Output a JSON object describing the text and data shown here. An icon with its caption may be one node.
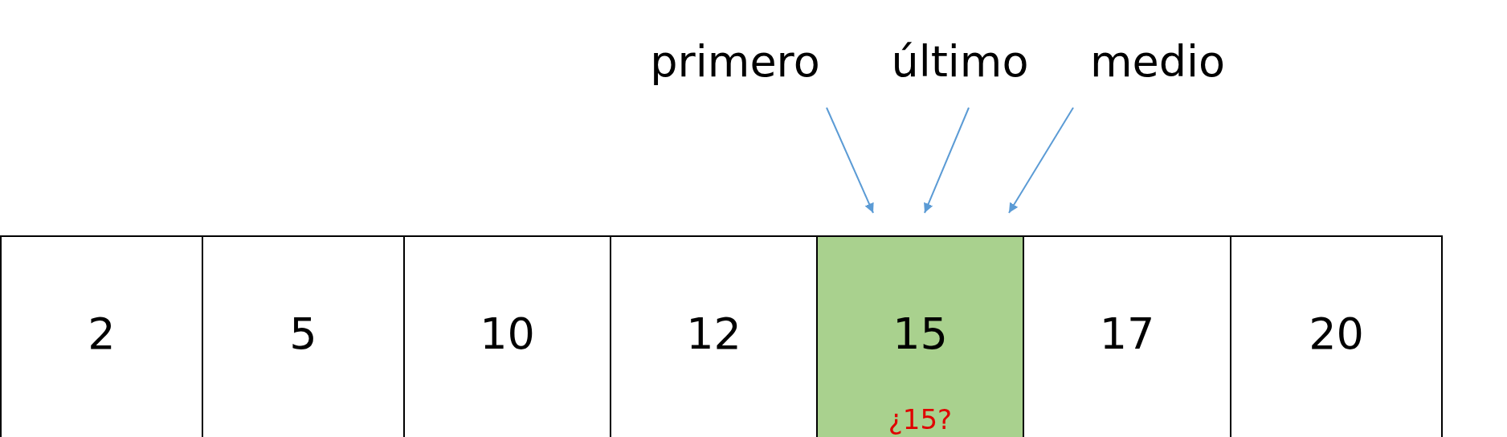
{
  "diagram": {
    "nodes": [
      {
        "text": [
          "primero"
        ]
      },
      {
        "text": [
          "último"
        ]
      },
      {
        "text": [
          "medio"
        ]
      },
      {
        "text": [
          "2"
        ]
      },
      {
        "text": [
          "5"
        ]
      },
      {
        "text": [
          "10"
        ]
      },
      {
        "text": [
          "12"
        ]
      },
      {
        "text": [
          "15",
          "¿15?"
        ]
      },
      {
        "text": [
          "17"
        ]
      },
      {
        "text": [
          "20"
        ]
      }
    ],
    "edges": [
      {
        "from": 0,
        "to": 7,
        "arrow": "to"
      },
      {
        "from": 1,
        "to": 7,
        "arrow": "to"
      },
      {
        "from": 2,
        "to": 7,
        "arrow": "to"
      }
    ]
  }
}
